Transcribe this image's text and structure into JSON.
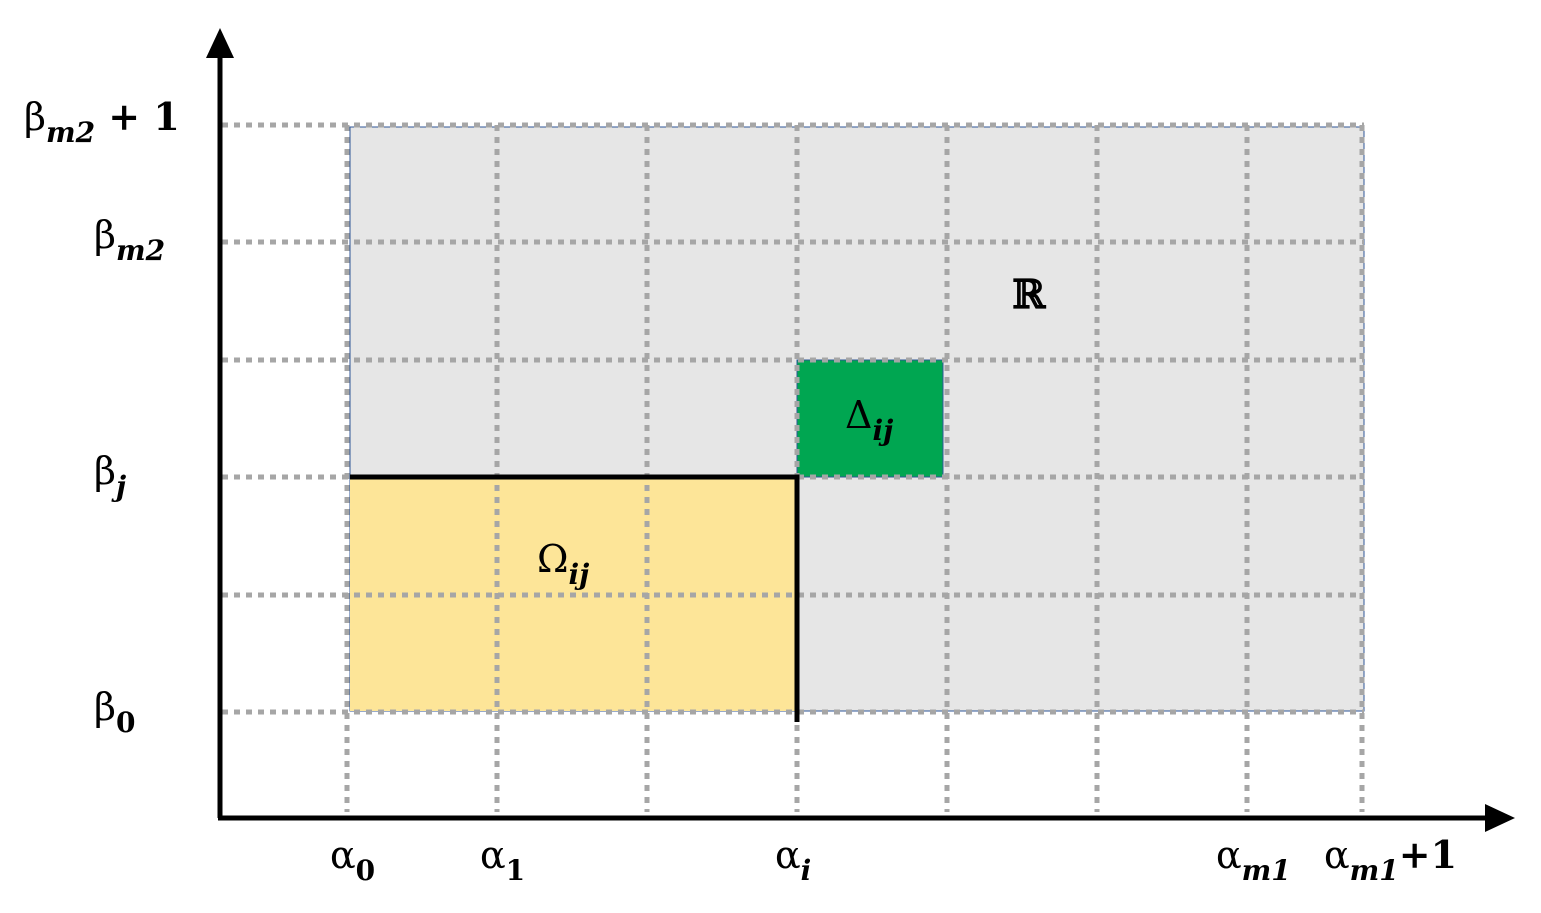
{
  "colors": {
    "region_R": "#e6e6e6",
    "region_omega": "#fde598",
    "region_delta": "#00a651",
    "grid": "#a6a6a6",
    "axis": "#000000"
  },
  "x_labels": [
    {
      "base": "α",
      "sub": "0",
      "italic": false
    },
    {
      "base": "α",
      "sub": "1",
      "italic": false
    },
    {
      "base": "α",
      "sub": "i",
      "italic": true
    },
    {
      "base": "α",
      "sub": "m1",
      "italic": true
    },
    {
      "base": "α",
      "sub": "m1",
      "italic": true,
      "suffix": "+1"
    }
  ],
  "y_labels": [
    {
      "base": "β",
      "sub": "m2",
      "italic": true,
      "suffix": " + 1"
    },
    {
      "base": "β",
      "sub": "m2",
      "italic": true
    },
    {
      "base": "β",
      "sub": "j",
      "italic": true
    },
    {
      "base": "β",
      "sub": "0",
      "italic": false
    }
  ],
  "regions": {
    "R": {
      "label": "ℝ"
    },
    "omega": {
      "base": "Ω",
      "sub": "ij"
    },
    "delta": {
      "base": "Δ",
      "sub": "ij"
    }
  }
}
